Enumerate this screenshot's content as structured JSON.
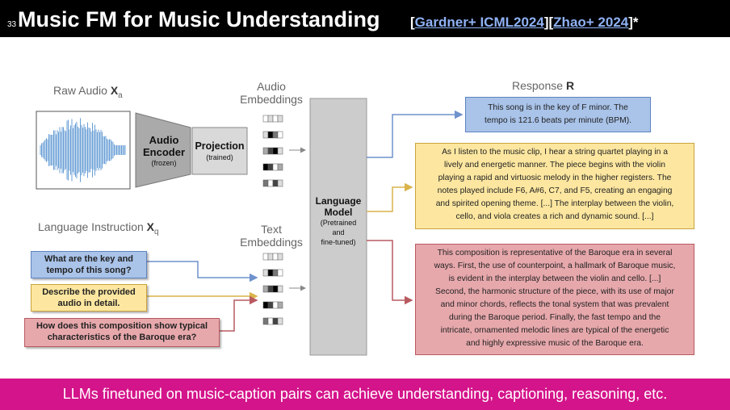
{
  "slide": {
    "page_number": "33",
    "title": "Music FM for Music Understanding",
    "refs": [
      {
        "open": " [",
        "text": "Gardner+ ICML2024",
        "close": "]"
      },
      {
        "open": "[",
        "text": "Zhao+ 2024",
        "close": "]*"
      }
    ],
    "footer": "LLMs finetuned on music-caption pairs can achieve understanding, captioning, reasoning, etc."
  },
  "diagram": {
    "raw_audio": {
      "label": "Raw Audio ",
      "symbol": "X",
      "sub": "a"
    },
    "audio_encoder": {
      "line1": "Audio",
      "line2": "Encoder",
      "note": "(frozen)"
    },
    "projection": {
      "line1": "Projection",
      "note": "(trained)"
    },
    "audio_embeddings": {
      "line1": "Audio",
      "line2": "Embeddings"
    },
    "text_embeddings": {
      "line1": "Text",
      "line2": "Embeddings"
    },
    "language_model": {
      "line1": "Language",
      "line2": "Model",
      "note1": "(Pretrained",
      "note2": "and",
      "note3": "fine-tuned)"
    },
    "language_instruction": {
      "label": "Language Instruction ",
      "symbol": "X",
      "sub": "q"
    },
    "response": {
      "label": "Response ",
      "symbol": "R"
    },
    "instructions": [
      {
        "line1": "What are the key and",
        "line2": "tempo of this song?",
        "color": "blue"
      },
      {
        "line1": "Describe the provided",
        "line2": "audio in detail.",
        "color": "yellow"
      },
      {
        "line1": "How does this composition show typical",
        "line2": "characteristics of the Baroque era?",
        "color": "red"
      }
    ],
    "responses": [
      {
        "lines": [
          "This song is in the key of F minor. The",
          "tempo is 121.6 beats per minute (BPM)."
        ],
        "color": "blue"
      },
      {
        "lines": [
          "As I listen to the music clip, I hear a string quartet playing in a",
          "lively and energetic manner. The piece begins with the violin",
          "playing a rapid and virtuosic melody in the higher registers. The",
          "notes played include F6, A#6, C7, and F5, creating an engaging",
          "and spirited opening theme. [...] The interplay between the violin,",
          "cello, and viola creates a rich and dynamic sound. [...]"
        ],
        "color": "yellow"
      },
      {
        "lines": [
          "This composition is representative of the Baroque era in several",
          "ways. First, the use of counterpoint, a hallmark of Baroque music,",
          "is evident in the interplay between the violin and cello. [...]",
          "Second, the harmonic structure of the piece, with its use of major",
          "and minor chords, reflects the tonal system that was prevalent",
          "during the Baroque period. Finally, the fast tempo and the",
          "intricate, ornamented melodic lines are typical of the energetic",
          "and highly expressive music of the Baroque era."
        ],
        "color": "red"
      }
    ]
  },
  "colors": {
    "header_bg": "#000000",
    "footer_bg": "#d4148a",
    "ref_link": "#8fb2f5",
    "blue_line": "#6f92cc",
    "yellow_line": "#d9b44a",
    "red_line": "#b85a60",
    "waveform": "#6a9fd6"
  }
}
